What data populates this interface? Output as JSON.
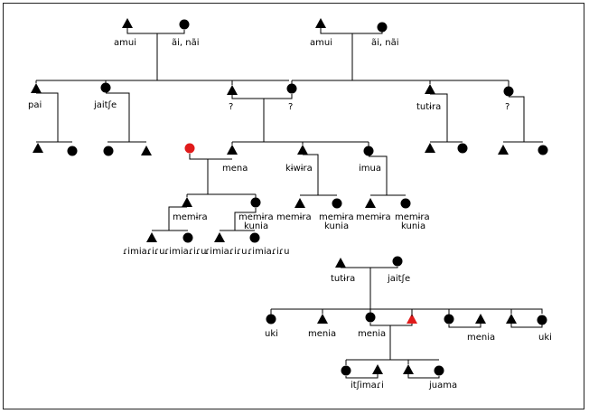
{
  "colors": {
    "ink": "#000000",
    "highlight": "#e01b1b",
    "line": "#000000"
  },
  "legend_icons": {
    "male": "triangle-icon",
    "female": "circle-icon"
  },
  "labels": {
    "gp_left_m": "amui",
    "gp_left_f": "ãi, nãi",
    "gp_right_m": "amui",
    "gp_right_f": "ãi, nãi",
    "pai": "pai",
    "jaitfe_top": "jaitʃe",
    "q1": "?",
    "q2": "?",
    "tutira_top": "tutɨra",
    "q3": "?",
    "mena": "mena",
    "kiwira": "kɨwɨra",
    "imua": "imua",
    "memira_left": "memɨra",
    "memira_kunia_left": "memɨra",
    "kunia_left": "kunia",
    "memira_mid": "memɨra",
    "memira_kunia_mid": "memɨra",
    "kunia_mid": "kunia",
    "memira_right": "memɨra",
    "memira_kunia_right": "memɨra",
    "kunia_right": "kunia",
    "rimiariru_1": "ɾimiaɾiɾu",
    "rimiariru_2": "ɾimiaɾiɾu",
    "rimiariru_3": "ɾimiaɾiɾu",
    "rimiariru_4": "ɾimiaɾiɾu",
    "tutira_bottom": "tutɨra",
    "jaitfe_bottom": "jaitʃe",
    "uki_left": "uki",
    "menia_1": "menia",
    "menia_ego": "menia",
    "menia_2": "menia",
    "uki_right": "uki",
    "itfimari": "itʃimaɾi",
    "juama": "juama"
  }
}
